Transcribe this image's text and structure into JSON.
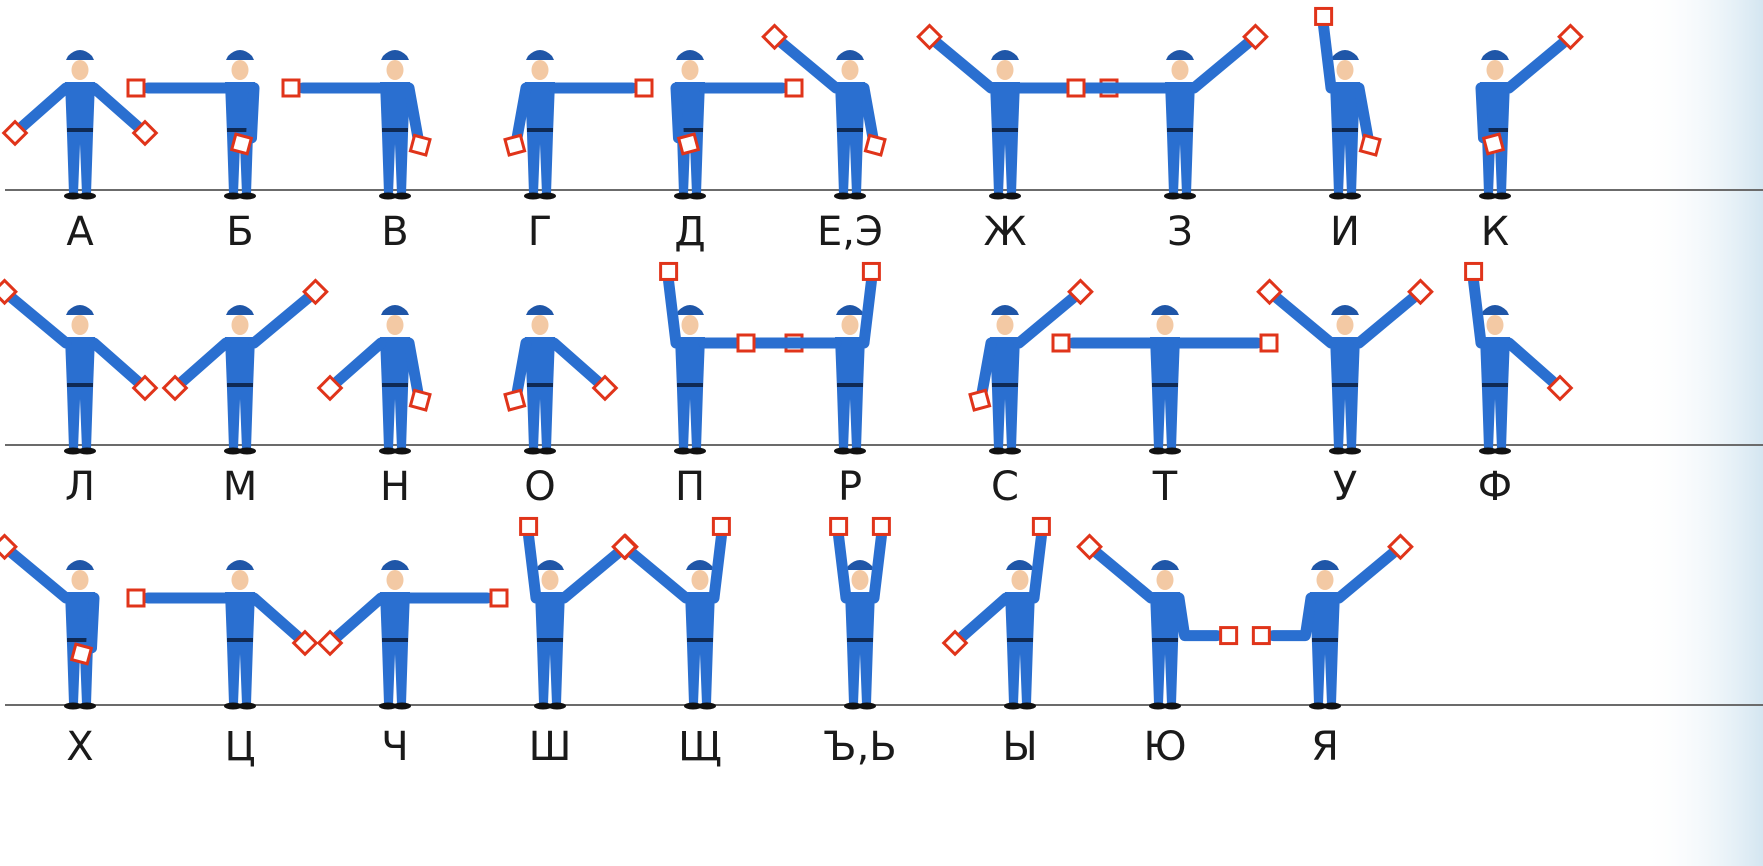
{
  "rows": [
    {
      "signals": [
        {
          "letter": "А",
          "left": "down-out",
          "right": "down-out"
        },
        {
          "letter": "Б",
          "left": "horizontal",
          "right": "down-in"
        },
        {
          "letter": "В",
          "left": "horizontal",
          "right": "down"
        },
        {
          "letter": "Г",
          "left": "down",
          "right": "horizontal"
        },
        {
          "letter": "Д",
          "left": "down-in",
          "right": "horizontal"
        },
        {
          "letter": "Е,Э",
          "left": "up-out",
          "right": "down"
        },
        {
          "letter": "Ж",
          "left": "up-out",
          "right": "horizontal"
        },
        {
          "letter": "З",
          "left": "horizontal",
          "right": "up-out"
        },
        {
          "letter": "И",
          "left": "up",
          "right": "down"
        },
        {
          "letter": "К",
          "left": "down-in",
          "right": "up-out"
        }
      ]
    },
    {
      "signals": [
        {
          "letter": "Л",
          "left": "up-out",
          "right": "down-out"
        },
        {
          "letter": "М",
          "left": "down-out",
          "right": "up-out"
        },
        {
          "letter": "Н",
          "left": "down-out",
          "right": "down"
        },
        {
          "letter": "О",
          "left": "down",
          "right": "down-out"
        },
        {
          "letter": "П",
          "left": "up",
          "right": "horizontal"
        },
        {
          "letter": "Р",
          "left": "horizontal",
          "right": "up"
        },
        {
          "letter": "С",
          "left": "down",
          "right": "up-out"
        },
        {
          "letter": "Т",
          "left": "horizontal",
          "right": "horizontal"
        },
        {
          "letter": "У",
          "left": "up-out",
          "right": "up-out"
        },
        {
          "letter": "Ф",
          "left": "up",
          "right": "down-out"
        }
      ]
    },
    {
      "signals": [
        {
          "letter": "Х",
          "left": "up-out",
          "right": "down-in"
        },
        {
          "letter": "Ц",
          "left": "horizontal",
          "right": "down-out"
        },
        {
          "letter": "Ч",
          "left": "down-out",
          "right": "horizontal"
        },
        {
          "letter": "Ш",
          "left": "up",
          "right": "up-out"
        },
        {
          "letter": "Щ",
          "left": "up-out",
          "right": "up"
        },
        {
          "letter": "Ъ,Ь",
          "left": "up",
          "right": "up"
        },
        {
          "letter": "Ы",
          "left": "down-out",
          "right": "up"
        },
        {
          "letter": "Ю",
          "left": "up-out",
          "right": "horizontal-bent"
        },
        {
          "letter": "Я",
          "left": "horizontal-bent",
          "right": "up-out"
        }
      ]
    }
  ],
  "colors": {
    "uniform": "#2a6fd0",
    "uniform_dark": "#1f56a8",
    "skin": "#f3c9a4",
    "flag_border": "#e0341a",
    "line": "#6b6b6b",
    "text": "#1a1a1a"
  }
}
